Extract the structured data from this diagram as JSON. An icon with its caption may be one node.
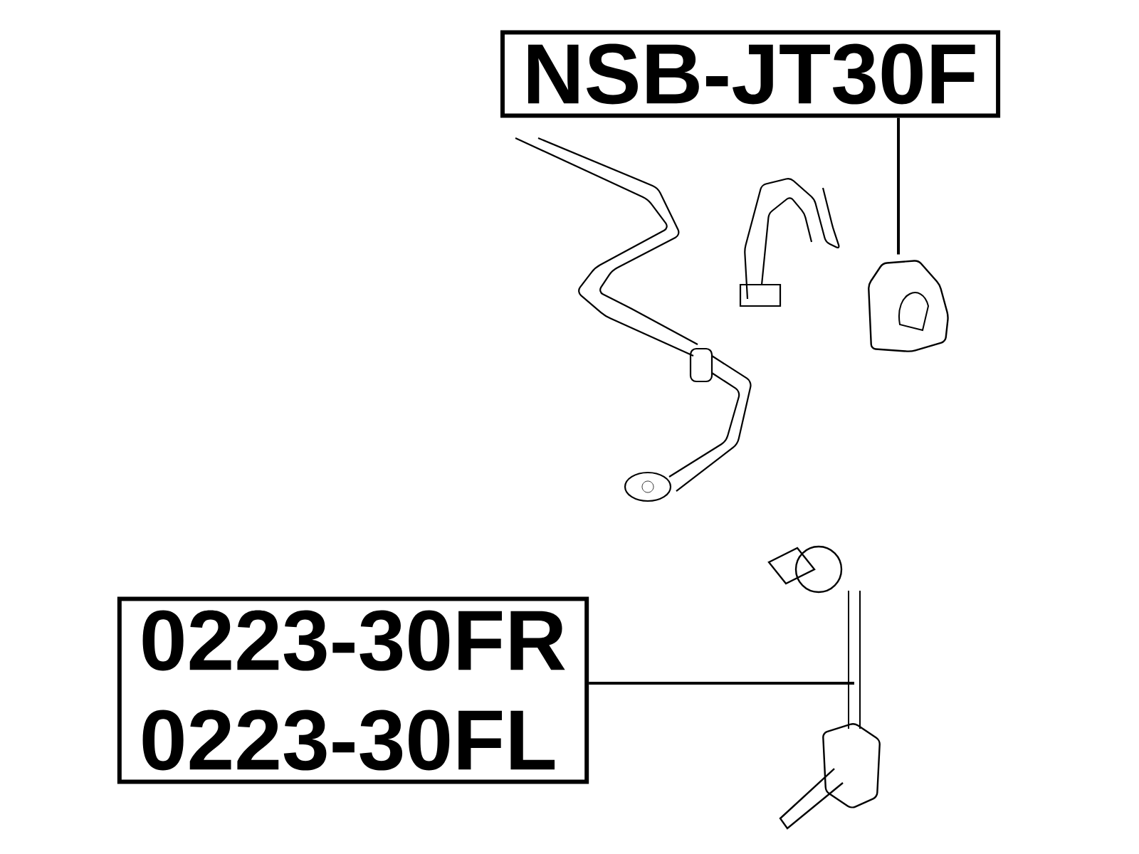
{
  "diagram": {
    "nodes": [
      {
        "text": [
          "NSB-JT30F"
        ]
      },
      {
        "text": [],
        "shape": "picture"
      },
      {
        "text": [
          "0223-30FR",
          "0223-30FL"
        ]
      },
      {
        "text": [],
        "shape": "picture"
      }
    ],
    "edges": [
      {
        "from": 0,
        "to": 1,
        "arrow": "none"
      },
      {
        "from": 2,
        "to": 3,
        "arrow": "none"
      }
    ]
  }
}
